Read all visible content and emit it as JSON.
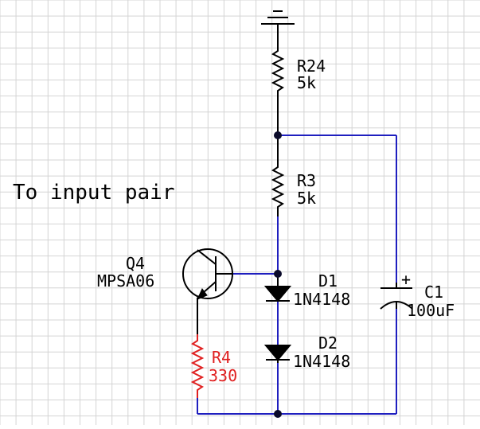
{
  "colors": {
    "wire": "#1f1fbf",
    "component": "#000000",
    "highlight": "#e02020",
    "grid": "#d4d4d4",
    "background": "#ffffff"
  },
  "net_label": "To input pair",
  "components": {
    "R24": {
      "ref": "R24",
      "value": "5k"
    },
    "R3": {
      "ref": "R3",
      "value": "5k"
    },
    "Q4": {
      "ref": "Q4",
      "value": "MPSA06"
    },
    "D1": {
      "ref": "D1",
      "value": "1N4148"
    },
    "D2": {
      "ref": "D2",
      "value": "1N4148"
    },
    "C1": {
      "ref": "C1",
      "value": "100uF",
      "polarity": "+"
    },
    "R4": {
      "ref": "R4",
      "value": "330"
    }
  }
}
